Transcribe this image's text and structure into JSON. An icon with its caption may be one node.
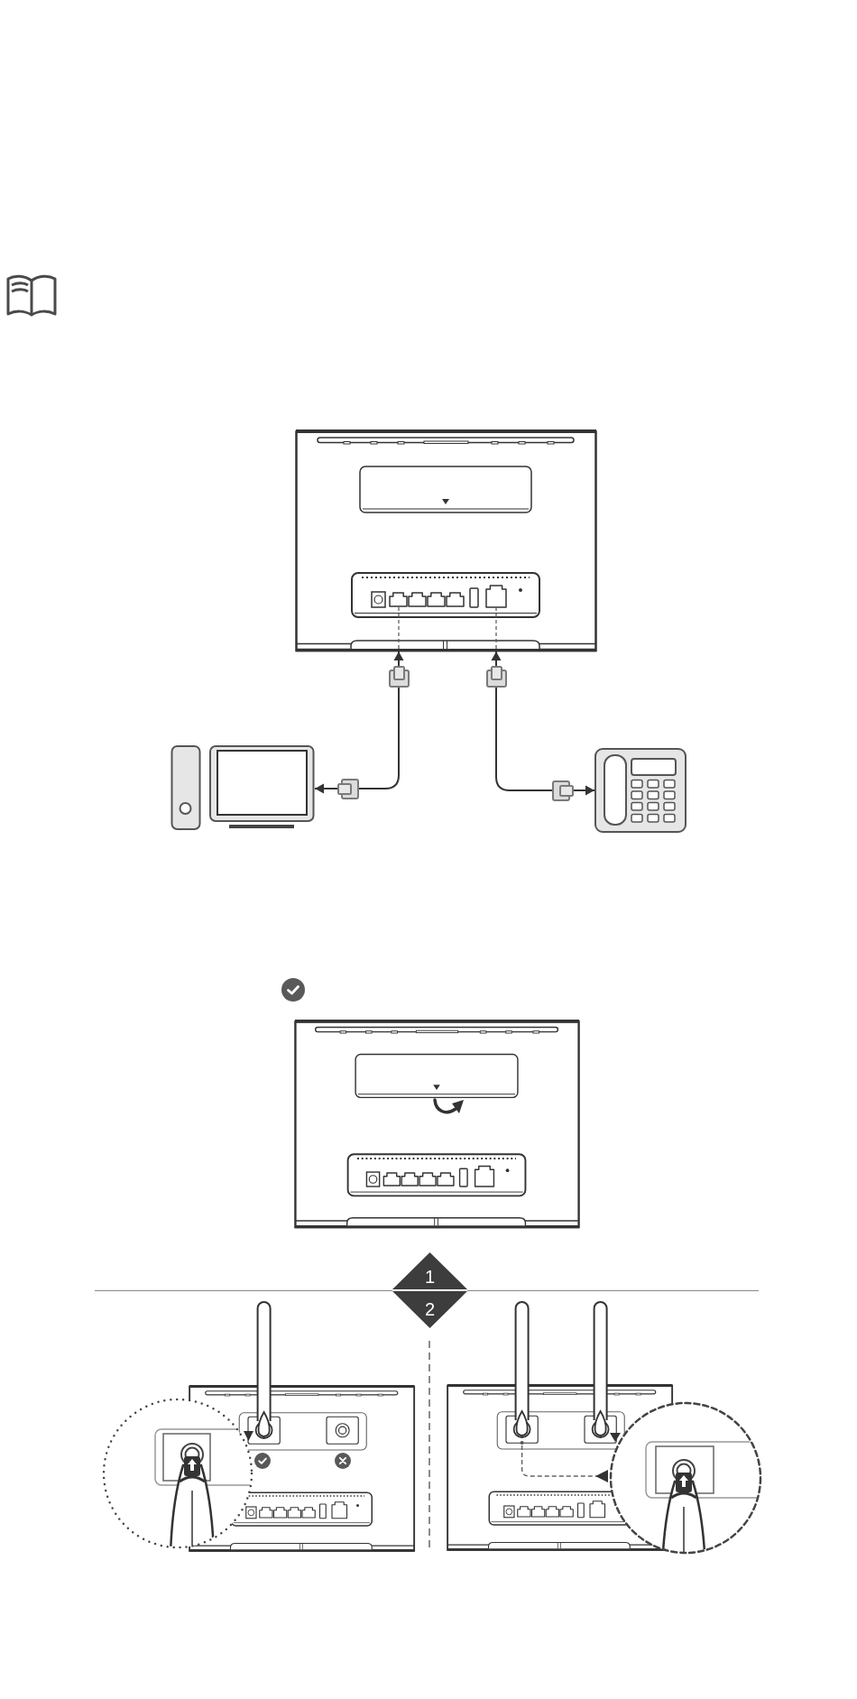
{
  "diagram": {
    "nodes": [
      {
        "text": [],
        "shape": "picture"
      },
      {
        "text": [],
        "shape": "picture"
      },
      {
        "text": [],
        "shape": "picture"
      },
      {
        "text": [
          "1",
          "2"
        ]
      }
    ],
    "edges": [
      {
        "from": 0,
        "to": 1,
        "arrow": "both"
      },
      {
        "from": 0,
        "to": 2,
        "arrow": "both"
      }
    ]
  }
}
